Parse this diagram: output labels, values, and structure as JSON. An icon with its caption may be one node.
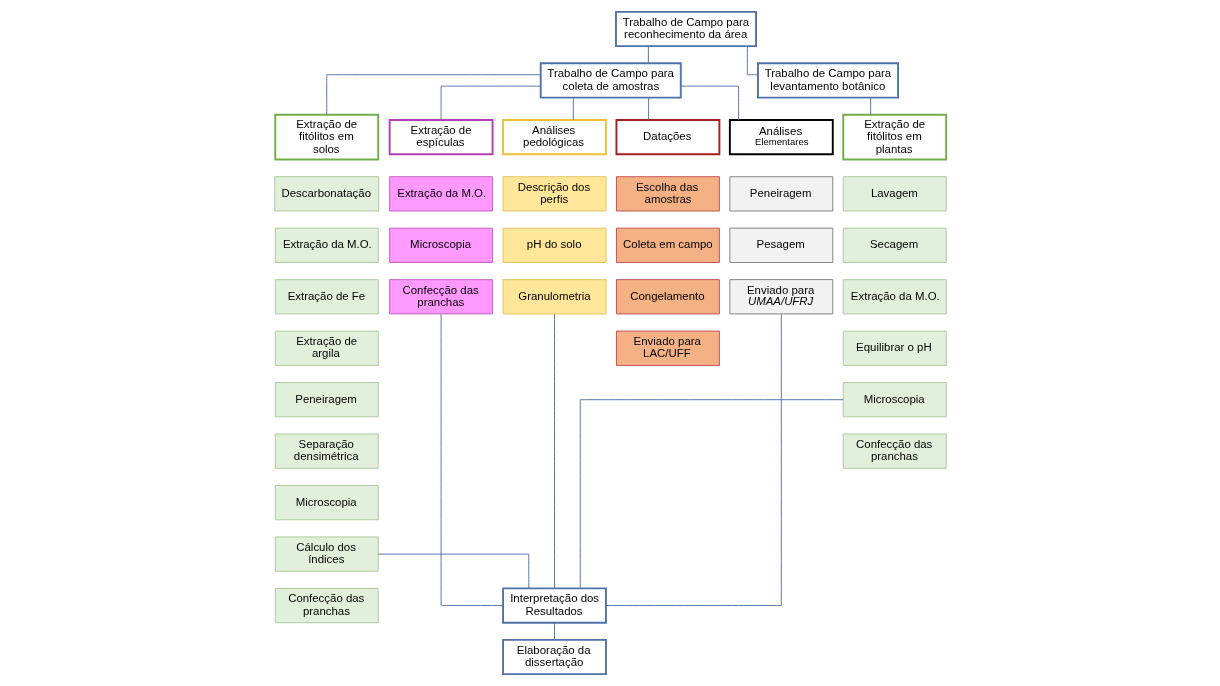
{
  "diagram": {
    "nodes": [
      {
        "text": [
          "Trabalho de Campo para reconhecimento da área"
        ]
      },
      {
        "text": [
          "Trabalho de Campo para coleta de amostras"
        ]
      },
      {
        "text": [
          "Trabalho de Campo para levantamento botânico"
        ]
      },
      {
        "text": [
          "Extração de fitólitos em solos"
        ]
      },
      {
        "text": [
          "Extração de espículas"
        ]
      },
      {
        "text": [
          "Análises pedológicas"
        ]
      },
      {
        "text": [
          "Datações"
        ]
      },
      {
        "text": [
          "Análises",
          "Elementares"
        ]
      },
      {
        "text": [
          "Extração de fitólitos em plantas"
        ]
      },
      {
        "text": [
          "Descarbonatação"
        ]
      },
      {
        "text": [
          "Extração da M.O."
        ]
      },
      {
        "text": [
          "Extração de Fe"
        ]
      },
      {
        "text": [
          "Extração de argila"
        ]
      },
      {
        "text": [
          "Peneiragem"
        ]
      },
      {
        "text": [
          "Separação densimétrica"
        ]
      },
      {
        "text": [
          "Microscopia"
        ]
      },
      {
        "text": [
          "Cálculo dos índices"
        ]
      },
      {
        "text": [
          "Confecção das pranchas"
        ]
      },
      {
        "text": [
          "Extração da M.O."
        ]
      },
      {
        "text": [
          "Microscopia"
        ]
      },
      {
        "text": [
          "Confecção das pranchas"
        ]
      },
      {
        "text": [
          "Descrição dos perfis"
        ]
      },
      {
        "text": [
          "pH do solo"
        ]
      },
      {
        "text": [
          "Granulometria"
        ]
      },
      {
        "text": [
          "Escolha das amostras"
        ]
      },
      {
        "text": [
          "Coleta em campo"
        ]
      },
      {
        "text": [
          "Congelamento"
        ]
      },
      {
        "text": [
          "Enviado para LAC/UFF"
        ]
      },
      {
        "text": [
          "Peneiragem"
        ]
      },
      {
        "text": [
          "Pesagem"
        ]
      },
      {
        "text": [
          "Enviado para *UMAA/UFRJ*"
        ]
      },
      {
        "text": [
          "Lavagem"
        ]
      },
      {
        "text": [
          "Secagem"
        ]
      },
      {
        "text": [
          "Extração da M.O."
        ]
      },
      {
        "text": [
          "Equilibrar o pH"
        ]
      },
      {
        "text": [
          "Microscopia"
        ]
      },
      {
        "text": [
          "Confecção das pranchas"
        ]
      },
      {
        "text": [
          "Interpretação dos Resultados"
        ]
      },
      {
        "text": [
          "Elaboração da dissertação"
        ]
      }
    ],
    "edges": [
      {
        "from": 0,
        "to": 1,
        "arrow": "none"
      },
      {
        "from": 0,
        "to": 2,
        "arrow": "none"
      },
      {
        "from": 1,
        "to": 3,
        "arrow": "none"
      },
      {
        "from": 1,
        "to": 4,
        "arrow": "none"
      },
      {
        "from": 1,
        "to": 5,
        "arrow": "none"
      },
      {
        "from": 1,
        "to": 6,
        "arrow": "none"
      },
      {
        "from": 1,
        "to": 7,
        "arrow": "none"
      },
      {
        "from": 2,
        "to": 8,
        "arrow": "none"
      },
      {
        "from": 16,
        "to": 37,
        "arrow": "none"
      },
      {
        "from": 20,
        "to": 37,
        "arrow": "none"
      },
      {
        "from": 23,
        "to": 37,
        "arrow": "none"
      },
      {
        "from": 30,
        "to": 37,
        "arrow": "none"
      },
      {
        "from": 35,
        "to": 37,
        "arrow": "none"
      },
      {
        "from": 37,
        "to": 38,
        "arrow": "none"
      }
    ]
  }
}
